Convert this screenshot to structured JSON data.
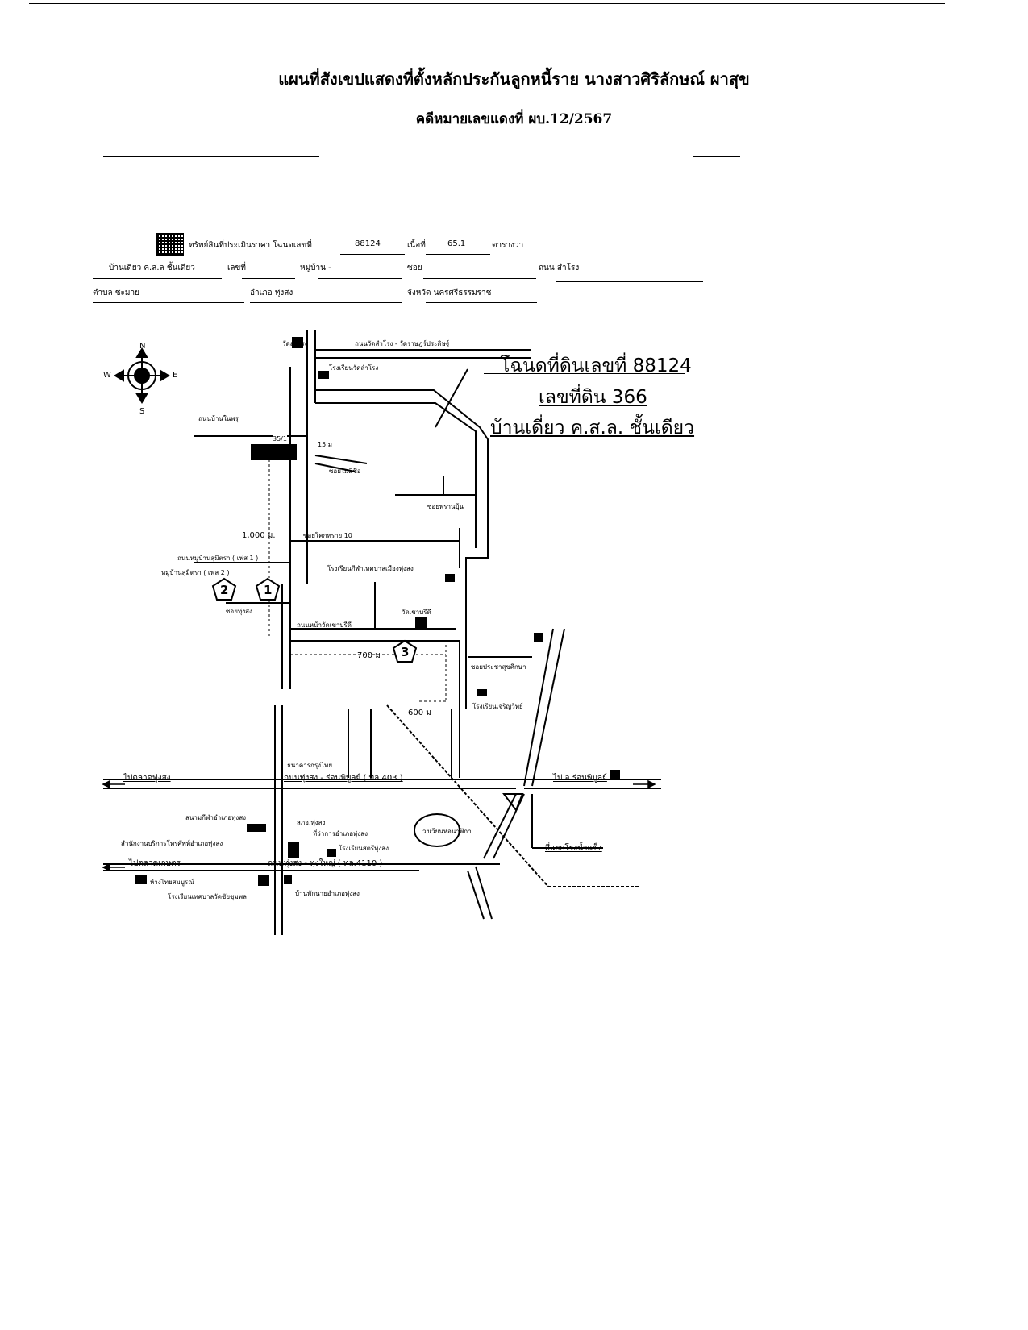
{
  "header": {
    "title": "แผนที่สังเขปแสดงที่ตั้งหลักประกันลูกหนี้ราย นางสาวศิริลักษณ์ ผาสุข",
    "case_no": "คดีหมายเลขแดงที่ ผบ.12/2567"
  },
  "property_info": {
    "asset_label": "ทรัพย์สินที่ประเมินราคา โฉนดเลขที่",
    "deed_no": "88124",
    "area_label": "เนื้อที่",
    "area_value": "65.1",
    "area_unit": "ตารางวา",
    "building_label": "บ้านเดี่ยว ค.ส.ล ชั้นเดียว",
    "house_no_label": "เลขที่",
    "village_label": "หมู่บ้าน -",
    "soi_label": "ซอย",
    "road_label": "ถนน สำโรง",
    "subdistrict_label": "ตำบล ชะมาย",
    "district_label": "อำเภอ ทุ่งสง",
    "province_label": "จังหวัด นครศรีธรรมราช"
  },
  "compass": {
    "n": "N",
    "s": "S",
    "e": "E",
    "w": "W"
  },
  "callout": {
    "deed": "โฉนดที่ดินเลขที่ 88124",
    "land_no": "เลขที่ดิน 366",
    "house": "บ้านเดี่ยว ค.ส.ล. ชั้นเดียว"
  },
  "labels": {
    "wat_samrong": "วัดสำโรง",
    "road_samrong": "ถนนวัดสำโรง - วัดราษฎร์ประดิษฐ์",
    "school_samrong": "โรงเรียนวัดสำโรง",
    "road_ban_nai_phru": "ถนนบ้านในพรุ",
    "plot_35": "35/1",
    "dist_15": "15 ม",
    "soi_no_name": "ซอยไม่มีชื่อ",
    "soi_phran": "ซอยพรานบุ้น",
    "dist_1000": "1,000 ม.",
    "soi_khok": "ซอยโคกทราย 10",
    "road_mu_ban": "ถนนหมู่บ้านสุมิตรา ( เฟส 1 )",
    "mu_ban_phase2": "หมู่บ้านสุมิตรา ( เฟส 2 )",
    "school_sport": "โรงเรียนกีฬาเทศบาลเมืองทุ่งสง",
    "soi_thung": "ซอยทุ่งสง",
    "wat_khao_ruesi": "วัด.ชาบรีดี",
    "road_wat": "ถนนหน้าวัดเขาปรีดี",
    "dist_700": "700 ม",
    "soi_prachasuk": "ซอยประชาสุขศึกษา",
    "dist_600": "600 ม",
    "school_charoen": "โรงเรียนเจริญวิทย์",
    "bank": "ธนาคารกรุงไทย",
    "road_main": "ถนนทุ่งสง - ร่อนพิบูลย์ ( ทล.403 )",
    "to_market": "ไปตลาดทุ่งสง",
    "to_ronphibun": "ไป อ.ร่อนพิบูลย์",
    "stadium": "สนามกีฬาอำเภอทุ่งสง",
    "post": "สภอ.ทุ่งสง",
    "district_office": "ที่ว่าการอำเภอทุ่งสง",
    "telecom": "สำนักงานบริการโทรศัพท์อำเภอทุ่งสง",
    "school_satri": "โรงเรียนสตรีทุ่งสง",
    "junction": "สี่แยกโรงน้ำแข็ง",
    "circle": "วงเวียนหอนาฬิกา",
    "to_kaset": "ไปตลาดเกษตร",
    "road_south": "ถนนทุ่งสง - ทุ่งใหญ่ ( ทล.4110 )",
    "store": "ห้างไทยสมบูรณ์",
    "school_muni": "โรงเรียนเทศบาลวัดชัยชุมพล",
    "residence": "บ้านพักนายอำเภอทุ่งสง",
    "m1": "1",
    "m2": "2",
    "m3": "3"
  }
}
